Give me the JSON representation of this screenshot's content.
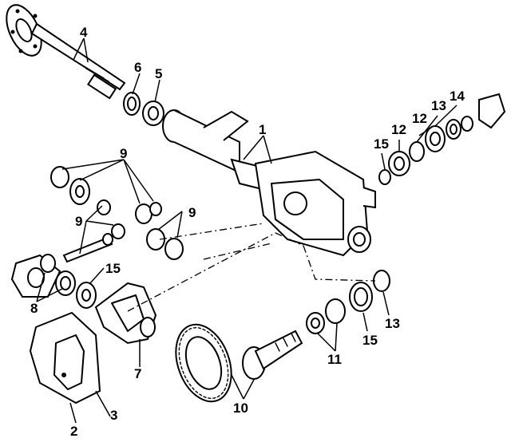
{
  "callouts": [
    {
      "id": "c1",
      "text": "1"
    },
    {
      "id": "c2",
      "text": "2"
    },
    {
      "id": "c3",
      "text": "3"
    },
    {
      "id": "c4",
      "text": "4"
    },
    {
      "id": "c5",
      "text": "5"
    },
    {
      "id": "c6",
      "text": "6"
    },
    {
      "id": "c7",
      "text": "7"
    },
    {
      "id": "c8",
      "text": "8"
    },
    {
      "id": "c9a",
      "text": "9"
    },
    {
      "id": "c9b",
      "text": "9"
    },
    {
      "id": "c9c",
      "text": "9"
    },
    {
      "id": "c10",
      "text": "10"
    },
    {
      "id": "c11",
      "text": "11"
    },
    {
      "id": "c12a",
      "text": "12"
    },
    {
      "id": "c12b",
      "text": "12"
    },
    {
      "id": "c13a",
      "text": "13"
    },
    {
      "id": "c13b",
      "text": "13"
    },
    {
      "id": "c14",
      "text": "14"
    },
    {
      "id": "c15a",
      "text": "15"
    },
    {
      "id": "c15b",
      "text": "15"
    },
    {
      "id": "c15c",
      "text": "15"
    }
  ]
}
